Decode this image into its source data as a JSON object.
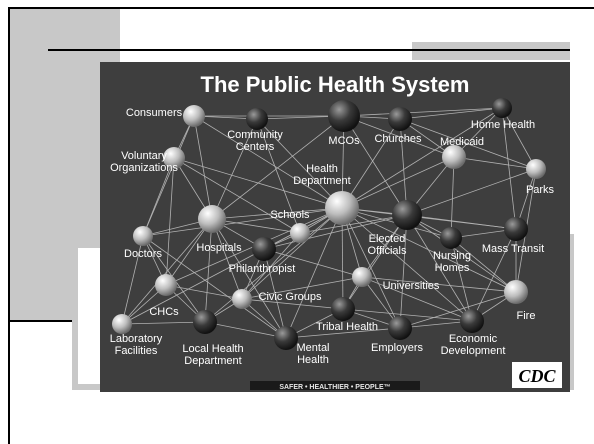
{
  "slide": {
    "title": "The Public Health System",
    "footer_slogan": "SAFER • HEALTHIER • PEOPLE™",
    "logo_text": "CDC"
  },
  "nodes": [
    {
      "id": "consumers",
      "label": "Consumers"
    },
    {
      "id": "community-centers",
      "label": "Community\nCenters"
    },
    {
      "id": "mcos",
      "label": "MCOs"
    },
    {
      "id": "churches",
      "label": "Churches"
    },
    {
      "id": "home-health",
      "label": "Home Health"
    },
    {
      "id": "voluntary",
      "label": "Voluntary\nOrganizations"
    },
    {
      "id": "medicaid",
      "label": "Medicaid"
    },
    {
      "id": "health-dept",
      "label": "Health\nDepartment"
    },
    {
      "id": "parks",
      "label": "Parks"
    },
    {
      "id": "schools",
      "label": "Schools"
    },
    {
      "id": "doctors",
      "label": "Doctors"
    },
    {
      "id": "hospitals",
      "label": "Hospitals"
    },
    {
      "id": "philanthropist",
      "label": "Philanthropist"
    },
    {
      "id": "elected",
      "label": "Elected\nOfficials"
    },
    {
      "id": "nursing",
      "label": "Nursing\nHomes"
    },
    {
      "id": "transit",
      "label": "Mass Transit"
    },
    {
      "id": "universities",
      "label": "Universities"
    },
    {
      "id": "chcs",
      "label": "CHCs"
    },
    {
      "id": "civic",
      "label": "Civic Groups"
    },
    {
      "id": "fire",
      "label": "Fire"
    },
    {
      "id": "tribal",
      "label": "Tribal Health"
    },
    {
      "id": "lab",
      "label": "Laboratory\nFacilities"
    },
    {
      "id": "local-health",
      "label": "Local Health\nDepartment"
    },
    {
      "id": "mental",
      "label": "Mental\nHealth"
    },
    {
      "id": "employers",
      "label": "Employers"
    },
    {
      "id": "econ",
      "label": "Economic\nDevelopment"
    }
  ]
}
